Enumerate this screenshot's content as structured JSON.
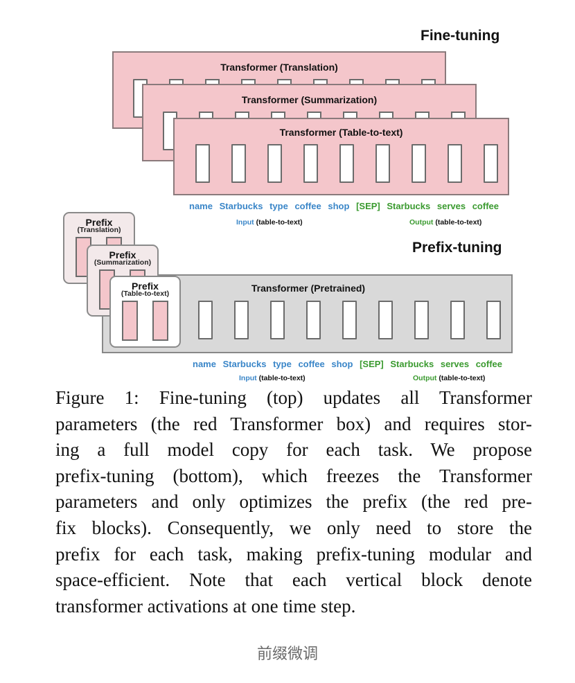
{
  "figure": {
    "finetuning_title": "Fine-tuning",
    "prefixtuning_title": "Prefix-tuning",
    "finetuning_transformers": [
      "Transformer (Translation)",
      "Transformer (Summarization)",
      "Transformer (Table-to-text)"
    ],
    "pretrained_transformer": "Transformer  (Pretrained)",
    "prefixes": [
      {
        "title": "Prefix",
        "task": "(Translation)"
      },
      {
        "title": "Prefix",
        "task": "(Summarization)"
      },
      {
        "title": "Prefix",
        "task": "(Table-to-text)"
      }
    ],
    "input_tokens": [
      "name",
      "Starbucks",
      "type",
      "coffee",
      "shop"
    ],
    "output_tokens": [
      "[SEP]",
      "Starbucks",
      "serves",
      "coffee"
    ],
    "input_label_keyword": "Input",
    "input_label_rest": " (table-to-text)",
    "output_label_keyword": "Output",
    "output_label_rest": " (table-to-text)",
    "colors": {
      "transformer_red": "#f4c6cb",
      "transformer_gray": "#d9d9d9",
      "input_blue": "#3a86c8",
      "output_green": "#3a9a2f"
    }
  },
  "caption": {
    "lines": [
      "Figure 1:  Fine-tuning (top) updates all Transformer",
      "parameters (the red Transformer box) and requires stor-",
      "ing a full model copy for each task.  We propose",
      "prefix-tuning (bottom), which freezes the Transformer",
      "parameters and only optimizes the prefix (the red pre-",
      "fix blocks). Consequently, we only need to store the",
      "prefix for each task, making prefix-tuning modular and",
      "space-efficient.  Note that each vertical block denote",
      "transformer activations at one time step."
    ]
  },
  "footer_text": "前缀微调"
}
